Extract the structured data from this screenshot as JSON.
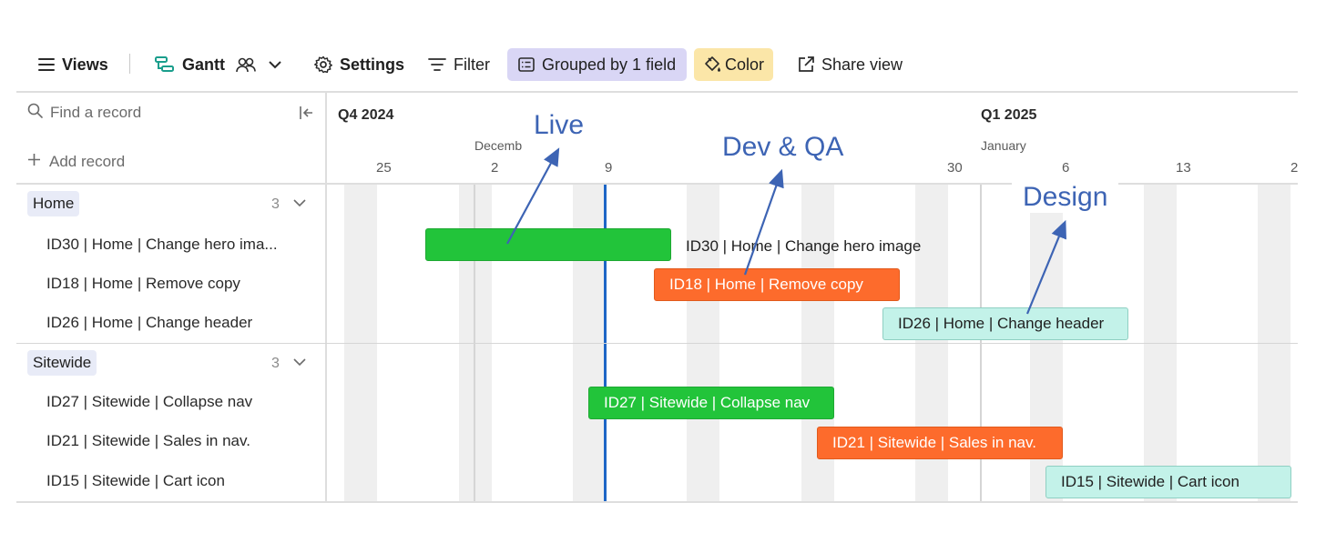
{
  "toolbar": {
    "views": "Views",
    "view_name": "Gantt",
    "settings": "Settings",
    "filter": "Filter",
    "grouped": "Grouped by 1 field",
    "color": "Color",
    "share": "Share view"
  },
  "left_panel": {
    "search_placeholder": "Find a record",
    "add_record": "Add record",
    "groups": [
      {
        "name": "Home",
        "count": "3",
        "records": [
          "ID30 | Home | Change hero ima...",
          "ID18 | Home | Remove copy",
          "ID26 | Home | Change header"
        ]
      },
      {
        "name": "Sitewide",
        "count": "3",
        "records": [
          "ID27 | Sitewide | Collapse nav",
          "ID21 | Sitewide | Sales in nav.",
          "ID15 | Sitewide | Cart icon"
        ]
      }
    ]
  },
  "timeline": {
    "quarters": [
      "Q4 2024",
      "Q1 2025"
    ],
    "months": [
      "Decemb",
      "January"
    ],
    "days": [
      "25",
      "2",
      "9",
      "30",
      "6",
      "13",
      "2"
    ],
    "bars": [
      {
        "label": "",
        "outside_label": "ID30 | Home | Change hero image",
        "color": "#22c43a"
      },
      {
        "label": "ID18 | Home | Remove copy",
        "color": "#fd6b2c"
      },
      {
        "label": "ID26 | Home | Change header",
        "color": "#c3f2e9"
      },
      {
        "label": "ID27 | Sitewide | Collapse nav",
        "color": "#22c43a"
      },
      {
        "label": "ID21 | Sitewide | Sales in nav.",
        "color": "#fd6b2c"
      },
      {
        "label": "ID15 | Sitewide | Cart icon",
        "color": "#c3f2e9"
      }
    ]
  },
  "annotations": {
    "live": "Live",
    "dev_qa": "Dev & QA",
    "design": "Design"
  },
  "colors": {
    "accent_today": "#1d66c6",
    "annotation": "#3d64b4",
    "grouped_bg": "#d9d6f5",
    "color_btn_bg": "#fbe6a8"
  }
}
